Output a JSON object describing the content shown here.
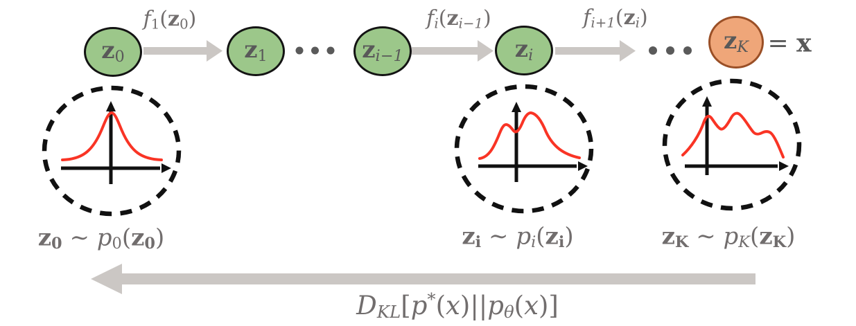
{
  "colors": {
    "node_green_fill": "#9cc78a",
    "node_green_stroke": "#131313",
    "node_orange_fill": "#efa679",
    "node_orange_stroke": "#9a4f26",
    "arrow_gray": "#cbc7c4",
    "dot_gray": "#5a5a5a",
    "math_gray": "#716d6d",
    "node_label_gray": "#595959",
    "curve_red": "#f93425",
    "diagram_black": "#111111"
  },
  "chain": {
    "nodes": [
      {
        "name": "z0",
        "label": [
          [
            "b",
            "z"
          ],
          [
            "sub",
            "0"
          ]
        ]
      },
      {
        "name": "z1",
        "label": [
          [
            "b",
            "z"
          ],
          [
            "sub",
            "1"
          ]
        ]
      },
      {
        "name": "zi-1",
        "label": [
          [
            "b",
            "z"
          ],
          [
            "isub",
            "i−1"
          ]
        ]
      },
      {
        "name": "zi",
        "label": [
          [
            "b",
            "z"
          ],
          [
            "isub",
            "i"
          ]
        ]
      },
      {
        "name": "zK",
        "label": [
          [
            "b",
            "z"
          ],
          [
            "isub",
            "K"
          ]
        ]
      }
    ],
    "edge_labels": [
      [
        [
          "i",
          "f"
        ],
        [
          "sub",
          "1"
        ],
        [
          "n",
          "("
        ],
        [
          "b",
          "z"
        ],
        [
          "sub",
          "0"
        ],
        [
          "n",
          ")"
        ]
      ],
      [
        [
          "i",
          "f"
        ],
        [
          "isub",
          "i"
        ],
        [
          "n",
          "("
        ],
        [
          "b",
          "z"
        ],
        [
          "isub",
          "i−1"
        ],
        [
          "n",
          ")"
        ]
      ],
      [
        [
          "i",
          "f"
        ],
        [
          "isub",
          "i+1"
        ],
        [
          "n",
          "("
        ],
        [
          "b",
          "z"
        ],
        [
          "isub",
          "i"
        ],
        [
          "n",
          ")"
        ]
      ]
    ],
    "equals_x": [
      [
        "n",
        "= "
      ],
      [
        "b",
        "x"
      ]
    ]
  },
  "distributions": [
    {
      "shape": "gaussian",
      "label": [
        [
          "b",
          "z"
        ],
        [
          "bsub",
          "0"
        ],
        [
          "n",
          " ∼ "
        ],
        [
          "i",
          "p"
        ],
        [
          "sub",
          "0"
        ],
        [
          "n",
          "("
        ],
        [
          "b",
          "z"
        ],
        [
          "bsub",
          "0"
        ],
        [
          "n",
          ")"
        ]
      ]
    },
    {
      "shape": "bimodal",
      "label": [
        [
          "b",
          "z"
        ],
        [
          "bsub",
          "i"
        ],
        [
          "n",
          " ∼ "
        ],
        [
          "i",
          "p"
        ],
        [
          "isub",
          "i"
        ],
        [
          "n",
          "("
        ],
        [
          "b",
          "z"
        ],
        [
          "bsub",
          "i"
        ],
        [
          "n",
          ")"
        ]
      ]
    },
    {
      "shape": "multimodal",
      "label": [
        [
          "b",
          "z"
        ],
        [
          "bsub",
          "K"
        ],
        [
          "n",
          " ∼ "
        ],
        [
          "i",
          "p"
        ],
        [
          "isub",
          "K"
        ],
        [
          "n",
          "("
        ],
        [
          "b",
          "z"
        ],
        [
          "bsub",
          "K"
        ],
        [
          "n",
          ")"
        ]
      ]
    }
  ],
  "kl_label": [
    [
      "i",
      "D"
    ],
    [
      "isub",
      "KL"
    ],
    [
      "n",
      "["
    ],
    [
      "i",
      "p"
    ],
    [
      "sup",
      "*"
    ],
    [
      "n",
      "("
    ],
    [
      "i",
      "x"
    ],
    [
      "n",
      ")||"
    ],
    [
      "i",
      "p"
    ],
    [
      "isub",
      "θ"
    ],
    [
      "n",
      "("
    ],
    [
      "i",
      "x"
    ],
    [
      "n",
      ")]"
    ]
  ]
}
